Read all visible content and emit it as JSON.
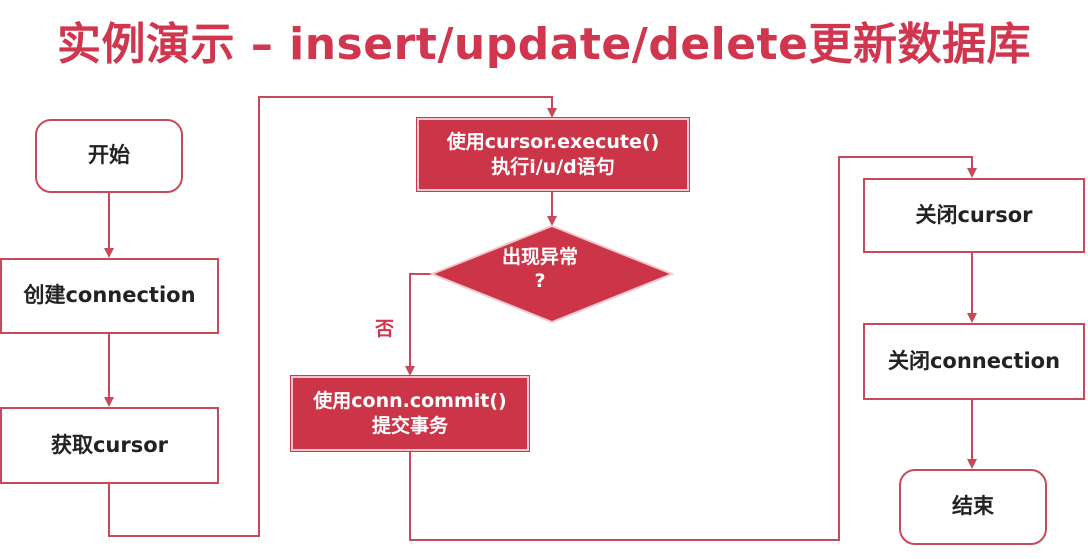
{
  "title": "实例演示 – insert/update/delete更新数据库",
  "nodes": {
    "start": "开始",
    "create_connection": "创建connection",
    "get_cursor": "获取cursor",
    "execute_line1": "使用cursor.execute()",
    "execute_line2": "执行i/u/d语句",
    "exception_line1": "出现异常",
    "exception_line2": "?",
    "commit_line1": "使用conn.commit()",
    "commit_line2": "提交事务",
    "close_cursor": "关闭cursor",
    "close_connection": "关闭connection",
    "end": "结束"
  },
  "edge_labels": {
    "no": "否"
  },
  "colors": {
    "accent": "#d0364e",
    "node_fill": "#cc3547",
    "node_border": "#c84a5a"
  }
}
